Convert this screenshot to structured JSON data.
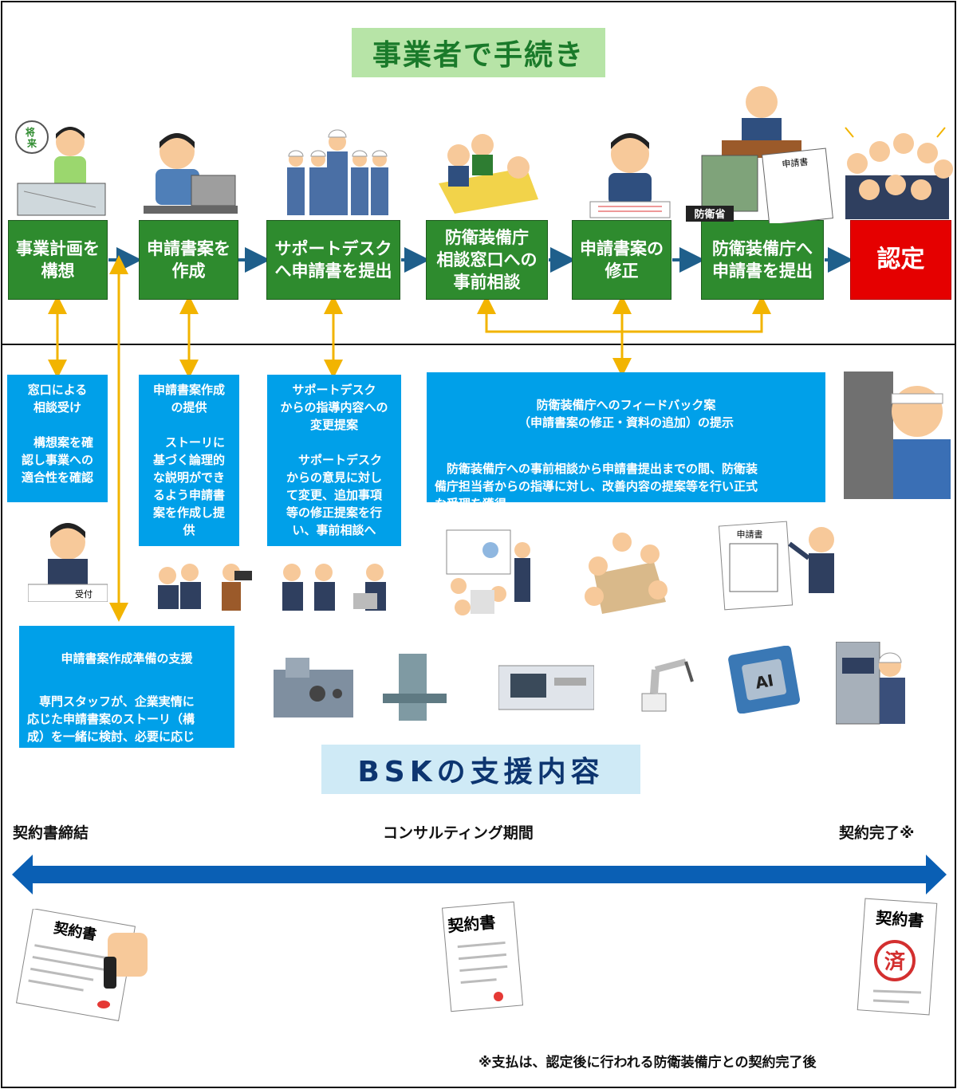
{
  "top_section": {
    "title": "事業者で手続き"
  },
  "steps": [
    {
      "label": "事業計画を\n構想"
    },
    {
      "label": "申請書案を\n作成"
    },
    {
      "label": "サポートデスク\nへ申請書を提出"
    },
    {
      "label": "防衛装備庁\n相談窓口への\n事前相談"
    },
    {
      "label": "申請書案の\n修正"
    },
    {
      "label": "防衛装備庁へ\n申請書を提出"
    },
    {
      "label": "認定"
    }
  ],
  "illustration_labels": {
    "future": "将\n来",
    "ministry": "防衛省",
    "application": "申請書",
    "reception": "受付",
    "application_doc": "申請書",
    "ai_chip": "AI",
    "contract": "契約書",
    "stamp": "済"
  },
  "support_boxes": [
    {
      "text": "窓口による\n相談受け\n\n　構想案を確\n認し事業への\n適合性を確認"
    },
    {
      "text": "申請書案作成\nの提供\n\n　ストーリに\n基づく論理的\nな説明ができ\nるよう申請書\n案を作成し提\n供"
    },
    {
      "text": "サポートデスク\nからの指導内容への\n変更提案\n\n　サポートデスク\nからの意見に対し\nて変更、追加事項\n等の修正提案を行\nい、事前相談へ"
    },
    {
      "heading": "防衛装備庁へのフィードバック案\n（申請書案の修正・資料の追加）の提示",
      "text": "　防衛装備庁への事前相談から申請書提出までの間、防衛装\n備庁担当者からの指導に対し、改善内容の提案等を行い正式\nな受理を獲得"
    },
    {
      "heading": "申請書案作成準備の支援",
      "text": "　専門スタッフが、企業実情に\n応じた申請書案のストーリ（構\n成）を一緒に検討、必要に応じ\n現地に赴き写真撮影等を実施"
    }
  ],
  "bottom_section": {
    "title": "BSKの支援内容"
  },
  "timeline": {
    "start_label": "契約書締結",
    "middle_label": "コンサルティング期間",
    "end_label": "契約完了※"
  },
  "footnote": "※支払は、認定後に行われる防衛装備庁との契約完了後",
  "colors": {
    "step_green": "#2e8b2e",
    "final_red": "#e50000",
    "support_blue": "#00a0e9",
    "connector_yellow": "#f2b400",
    "flow_arrow": "#1f5f8b",
    "timeline_arrow": "#0a5fb4"
  }
}
